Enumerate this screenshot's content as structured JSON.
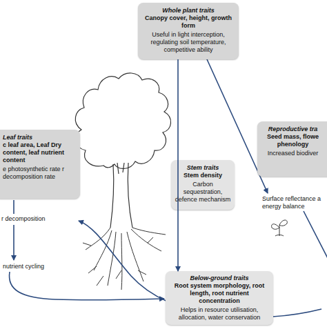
{
  "diagram": {
    "nodes": [
      {
        "text": [
          "Whole plant traits",
          "Canopy cover, height, growth form",
          "Useful in light interception, regulating soil temperature, competitive ability"
        ]
      },
      {
        "text": [
          "Leaf traits",
          "c leaf area, Leaf Dry content, leaf nutrient content",
          "e photosynthetic rate r decomposition rate"
        ]
      },
      {
        "text": [
          "Stem traits",
          "Stem density",
          "Carbon sequestration, defence mechanism"
        ]
      },
      {
        "text": [
          "Reproductive tra",
          "Seed mass, flowe phenology",
          "Increased biodiver"
        ]
      },
      {
        "text": [
          "Below-ground traits",
          "Root system morphology, root length, root nutrient concentration",
          "Helps in resource utilisation, allocation, water conservation"
        ]
      }
    ],
    "edges": [
      {
        "from": 0,
        "to": 4,
        "arrow": "to"
      }
    ],
    "labels": [
      "r decomposition",
      "nutrient cycling",
      "Surface reflectance a energy balance"
    ]
  }
}
